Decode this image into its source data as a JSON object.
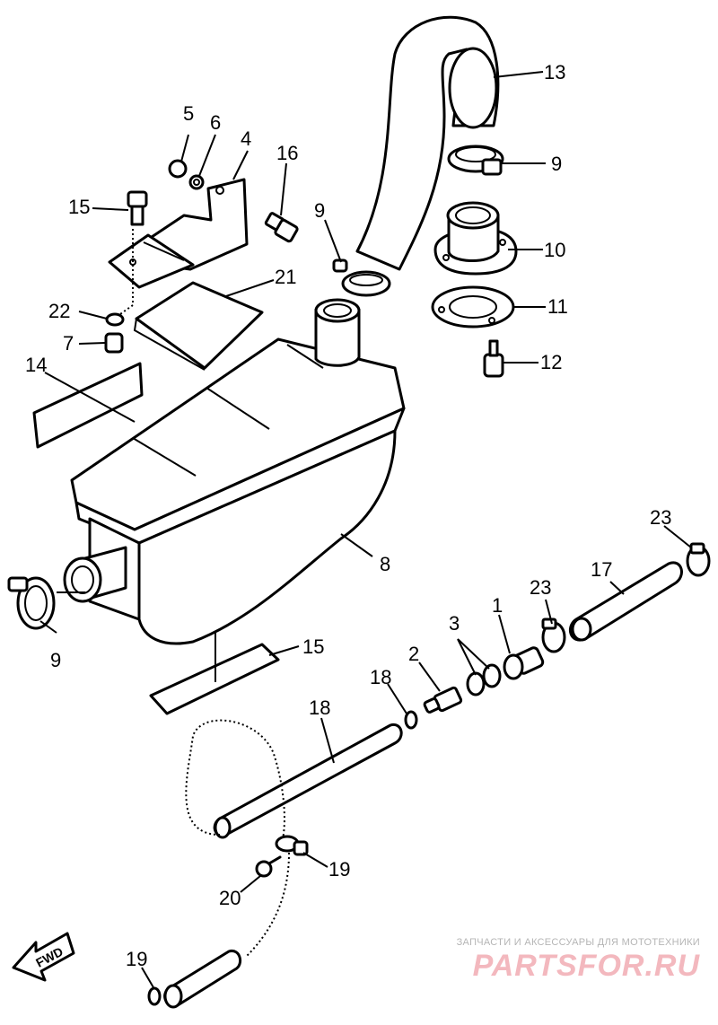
{
  "diagram": {
    "labels": [
      {
        "id": "1",
        "text": "1"
      },
      {
        "id": "2",
        "text": "2"
      },
      {
        "id": "3",
        "text": "3"
      },
      {
        "id": "4",
        "text": "4"
      },
      {
        "id": "5",
        "text": "5"
      },
      {
        "id": "6",
        "text": "6"
      },
      {
        "id": "7",
        "text": "7"
      },
      {
        "id": "8",
        "text": "8"
      },
      {
        "id": "9a",
        "text": "9"
      },
      {
        "id": "9b",
        "text": "9"
      },
      {
        "id": "9c",
        "text": "9"
      },
      {
        "id": "10",
        "text": "10"
      },
      {
        "id": "11",
        "text": "11"
      },
      {
        "id": "12",
        "text": "12"
      },
      {
        "id": "13",
        "text": "13"
      },
      {
        "id": "14a",
        "text": "14"
      },
      {
        "id": "14b",
        "text": "14"
      },
      {
        "id": "15a",
        "text": "15"
      },
      {
        "id": "15b",
        "text": "15"
      },
      {
        "id": "16",
        "text": "16"
      },
      {
        "id": "17",
        "text": "17"
      },
      {
        "id": "18a",
        "text": "18"
      },
      {
        "id": "18b",
        "text": "18"
      },
      {
        "id": "19",
        "text": "19"
      },
      {
        "id": "20",
        "text": "20"
      },
      {
        "id": "21",
        "text": "21"
      },
      {
        "id": "22",
        "text": "22"
      },
      {
        "id": "23a",
        "text": "23"
      },
      {
        "id": "23b",
        "text": "23"
      }
    ],
    "fwd_label": "FWD"
  },
  "watermark": {
    "caption": "ЗАПЧАСТИ И АКСЕССУАРЫ ДЛЯ МОТОТЕХНИКИ",
    "brand": "PARTSFOR.RU",
    "brand_color": "#f3b8be",
    "caption_color": "#b5b5b5"
  }
}
